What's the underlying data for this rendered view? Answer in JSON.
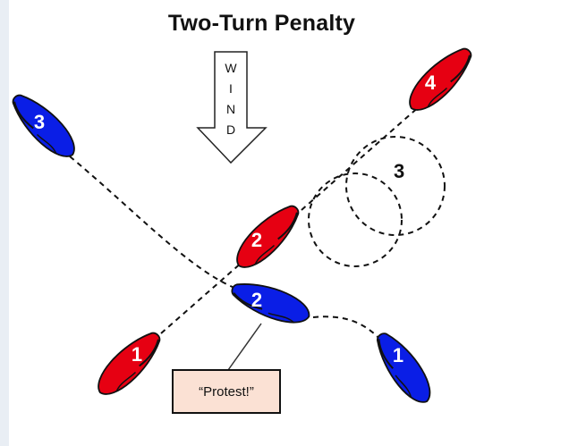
{
  "title": "Two-Turn Penalty",
  "wind": {
    "letters": [
      "W",
      "I",
      "N",
      "D"
    ]
  },
  "colors": {
    "red_boat": "#e60012",
    "blue_boat": "#0a1ee6",
    "protest_box": "#fbe1d4"
  },
  "red_boats": [
    {
      "label": "1"
    },
    {
      "label": "2"
    },
    {
      "label": "4"
    }
  ],
  "blue_boats": [
    {
      "label": "1"
    },
    {
      "label": "2"
    },
    {
      "label": "3"
    }
  ],
  "penalty_circle_label": "3",
  "protest_label": "“Protest!”"
}
